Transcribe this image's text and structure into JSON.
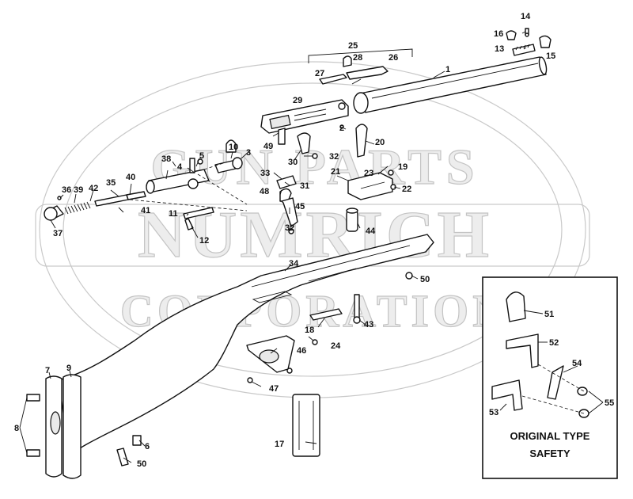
{
  "watermark": {
    "top": "GUN PARTS",
    "middle": "NUMRICH",
    "bottom": "CORPORATION"
  },
  "inset": {
    "title_line1": "ORIGINAL TYPE",
    "title_line2": "SAFETY"
  },
  "callouts": [
    {
      "id": "p1",
      "label": "1"
    },
    {
      "id": "p2",
      "label": "2"
    },
    {
      "id": "p3",
      "label": "3"
    },
    {
      "id": "p4",
      "label": "4"
    },
    {
      "id": "p5",
      "label": "5"
    },
    {
      "id": "p6",
      "label": "6"
    },
    {
      "id": "p7",
      "label": "7"
    },
    {
      "id": "p8",
      "label": "8"
    },
    {
      "id": "p9",
      "label": "9"
    },
    {
      "id": "p10",
      "label": "10"
    },
    {
      "id": "p11",
      "label": "11"
    },
    {
      "id": "p12",
      "label": "12"
    },
    {
      "id": "p13",
      "label": "13"
    },
    {
      "id": "p14",
      "label": "14"
    },
    {
      "id": "p15",
      "label": "15"
    },
    {
      "id": "p16",
      "label": "16"
    },
    {
      "id": "p17",
      "label": "17"
    },
    {
      "id": "p18",
      "label": "18"
    },
    {
      "id": "p19",
      "label": "19"
    },
    {
      "id": "p20",
      "label": "20"
    },
    {
      "id": "p21",
      "label": "21"
    },
    {
      "id": "p22",
      "label": "22"
    },
    {
      "id": "p23",
      "label": "23"
    },
    {
      "id": "p24",
      "label": "24"
    },
    {
      "id": "p25",
      "label": "25"
    },
    {
      "id": "p26",
      "label": "26"
    },
    {
      "id": "p27",
      "label": "27"
    },
    {
      "id": "p28",
      "label": "28"
    },
    {
      "id": "p29",
      "label": "29"
    },
    {
      "id": "p30",
      "label": "30"
    },
    {
      "id": "p31",
      "label": "31"
    },
    {
      "id": "p32a",
      "label": "32"
    },
    {
      "id": "p32b",
      "label": "32"
    },
    {
      "id": "p33",
      "label": "33"
    },
    {
      "id": "p34",
      "label": "34"
    },
    {
      "id": "p35",
      "label": "35"
    },
    {
      "id": "p36",
      "label": "36"
    },
    {
      "id": "p37",
      "label": "37"
    },
    {
      "id": "p38",
      "label": "38"
    },
    {
      "id": "p39",
      "label": "39"
    },
    {
      "id": "p40",
      "label": "40"
    },
    {
      "id": "p41",
      "label": "41"
    },
    {
      "id": "p42",
      "label": "42"
    },
    {
      "id": "p43",
      "label": "43"
    },
    {
      "id": "p44",
      "label": "44"
    },
    {
      "id": "p45",
      "label": "45"
    },
    {
      "id": "p46",
      "label": "46"
    },
    {
      "id": "p47",
      "label": "47"
    },
    {
      "id": "p48",
      "label": "48"
    },
    {
      "id": "p49",
      "label": "49"
    },
    {
      "id": "p50a",
      "label": "50"
    },
    {
      "id": "p50b",
      "label": "50"
    },
    {
      "id": "p51",
      "label": "51"
    },
    {
      "id": "p52",
      "label": "52"
    },
    {
      "id": "p53",
      "label": "53"
    },
    {
      "id": "p54",
      "label": "54"
    },
    {
      "id": "p55",
      "label": "55"
    }
  ]
}
